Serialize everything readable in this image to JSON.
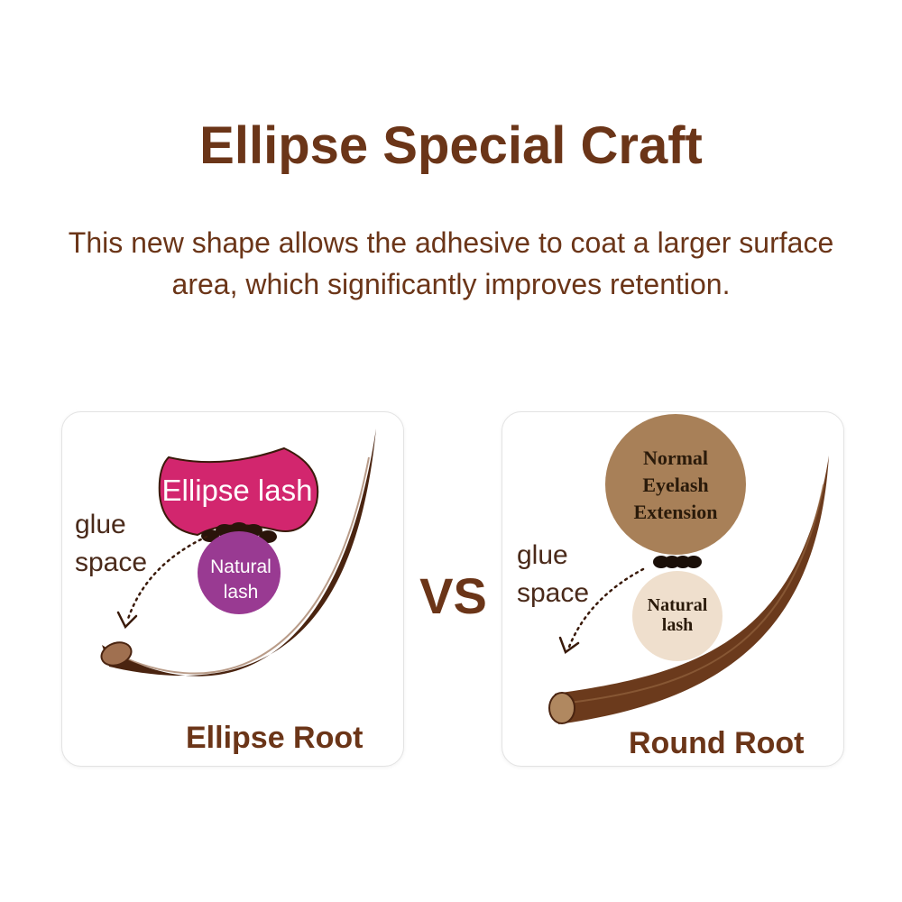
{
  "header": {
    "title": "Ellipse Special Craft",
    "subtitle": "This new shape allows the adhesive to coat a larger surface area, which significantly improves retention."
  },
  "left_panel": {
    "lash_label": "Ellipse lash",
    "natural_label_line1": "Natural",
    "natural_label_line2": "lash",
    "glue_line1": "glue",
    "glue_line2": "space",
    "root_label": "Ellipse Root"
  },
  "vs_label": "VS",
  "right_panel": {
    "lash_label_line1": "Normal",
    "lash_label_line2": "Eyelash",
    "lash_label_line3": "Extension",
    "natural_label_line1": "Natural",
    "natural_label_line2": "lash",
    "glue_line1": "glue",
    "glue_line2": "space",
    "root_label": "Round Root"
  },
  "colors": {
    "text_brown": "#6b3518",
    "ellipse_lash": "#d2266e",
    "natural_lash_left": "#993a92",
    "normal_extension": "#a88058",
    "natural_lash_right": "#efdfcd",
    "lash_strand": "#4a2410"
  }
}
